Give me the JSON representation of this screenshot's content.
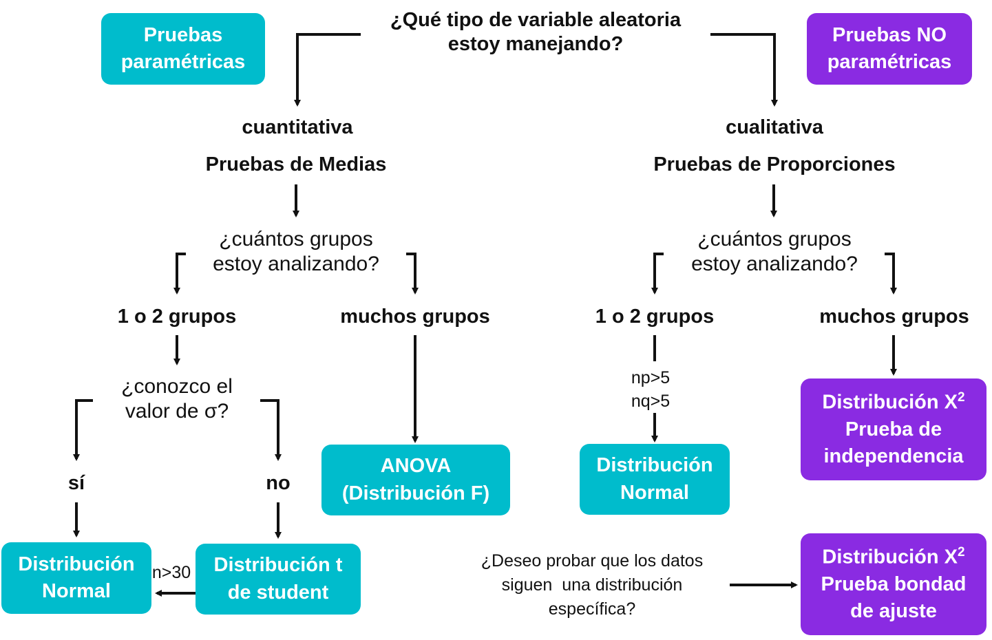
{
  "question_main": [
    "¿Qué tipo de variable aleatoria",
    "estoy manejando?"
  ],
  "legend": {
    "parametric": [
      "Pruebas",
      "paramétricas"
    ],
    "nonparametric": [
      "Pruebas NO",
      "paramétricas"
    ]
  },
  "left": {
    "type_label": "cuantitativa",
    "test_label": "Pruebas de Medias",
    "groups_question": [
      "¿cuántos grupos",
      "estoy analizando?"
    ],
    "few_groups": "1 o 2 grupos",
    "many_groups": "muchos grupos",
    "sigma_question": [
      "¿conozco el",
      "valor de σ?"
    ],
    "yes": "sí",
    "no": "no",
    "normal_box": [
      "Distribución",
      "Normal"
    ],
    "t_box": [
      "Distribución t",
      "de student"
    ],
    "n_condition": "n>30",
    "anova_box": [
      "ANOVA",
      "(Distribución F)"
    ]
  },
  "right": {
    "type_label": "cualitativa",
    "test_label": "Pruebas de Proporciones",
    "groups_question": [
      "¿cuántos grupos",
      "estoy analizando?"
    ],
    "few_groups": "1 o 2 grupos",
    "many_groups": "muchos grupos",
    "np_condition": "np>5",
    "nq_condition": "nq>5",
    "normal_box": [
      "Distribución",
      "Normal"
    ],
    "chi_independence_box": [
      "Distribución X",
      "2",
      "Prueba de",
      "independencia"
    ],
    "fit_question": [
      "¿Deseo probar que los datos",
      "siguen  una distribución",
      "específica?"
    ],
    "chi_fit_box": [
      "Distribución X",
      "2",
      "Prueba bondad",
      "de ajuste"
    ]
  },
  "colors": {
    "teal": "#00bccc",
    "purple": "#8a2be2",
    "line": "#111111"
  }
}
